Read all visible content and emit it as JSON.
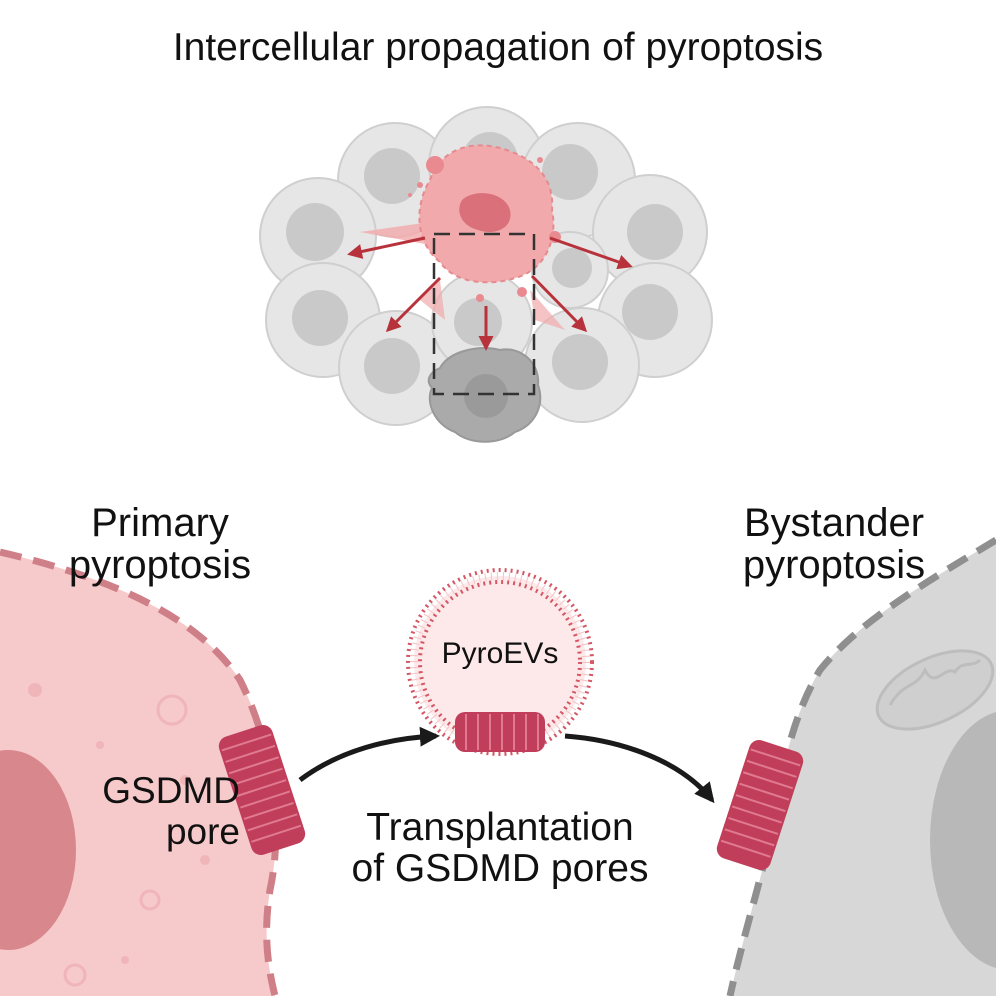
{
  "title": "Intercellular propagation of pyroptosis",
  "primary": {
    "line1": "Primary",
    "line2": "pyroptosis"
  },
  "bystander": {
    "line1": "Bystander",
    "line2": "pyroptosis"
  },
  "pore_label": {
    "line1": "GSDMD",
    "line2": "pore"
  },
  "vesicle_label": "PyroEVs",
  "transfer_label": {
    "line1": "Transplantation",
    "line2": "of GSDMD pores"
  },
  "colors": {
    "healthy_cell": "#e6e6e6",
    "healthy_nucleus": "#c9c9c9",
    "pyroptotic_cell": "#f2a9ab",
    "primary_cell": "#f6c9ca",
    "bystander_cell": "#d7d7d7",
    "gsdmd_pore": "#c13e5a",
    "arrow_red": "#b8323c",
    "arrow_dark": "#1a1a1a"
  }
}
